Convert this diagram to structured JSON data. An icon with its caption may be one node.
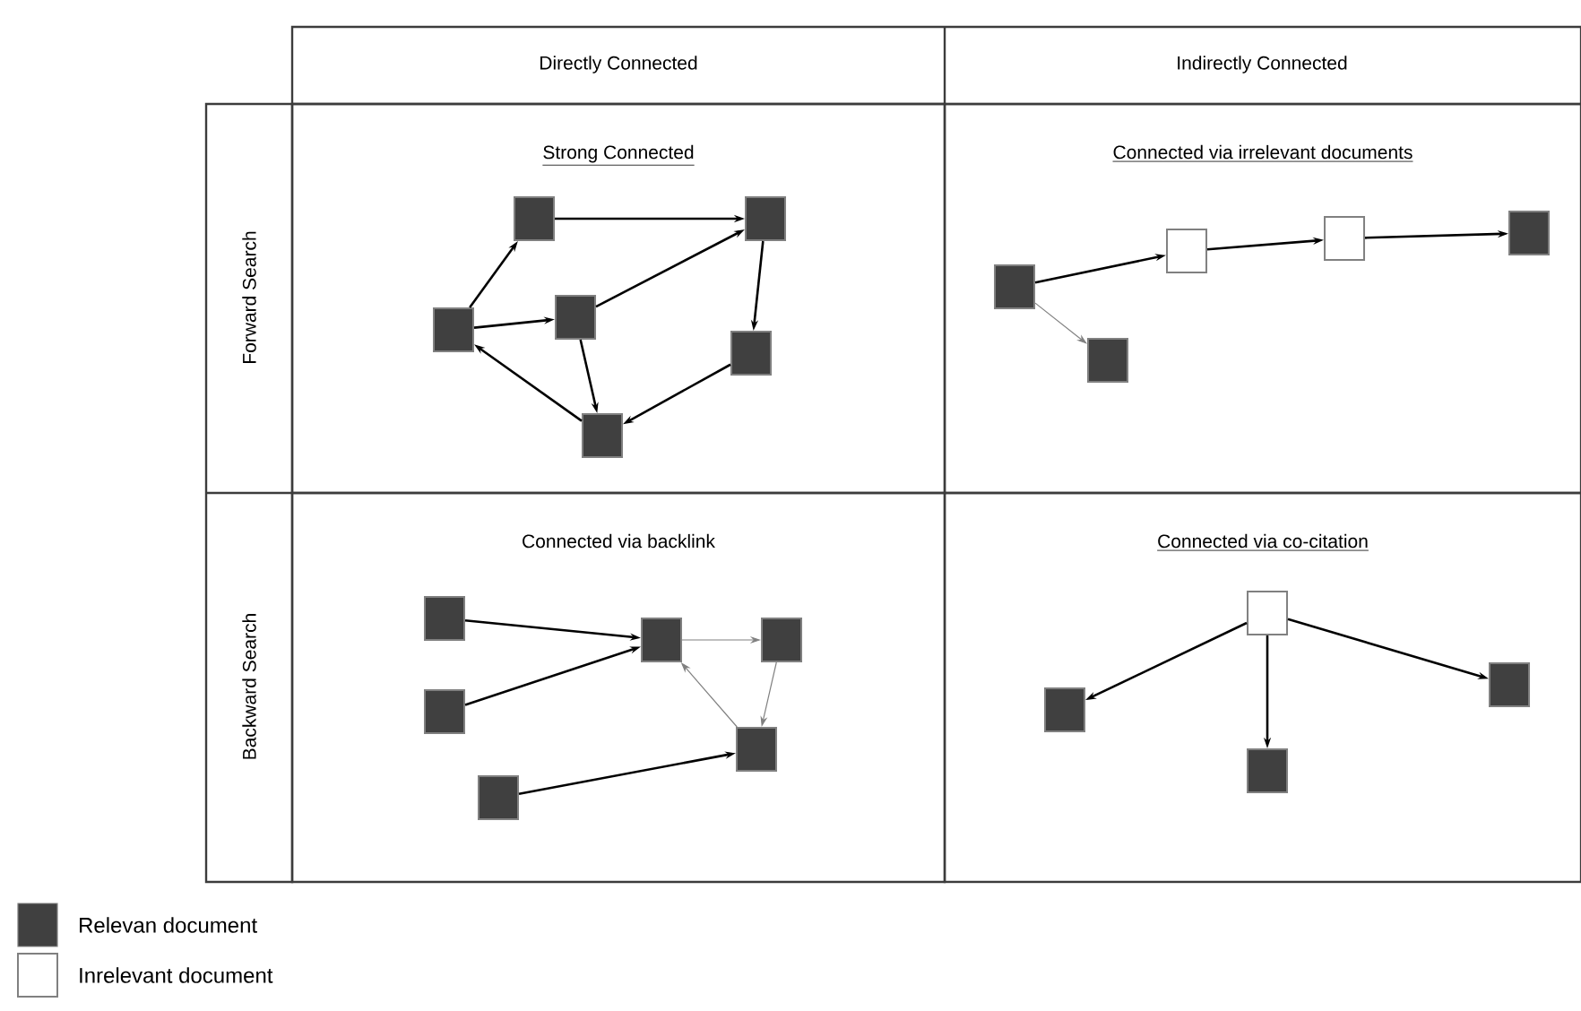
{
  "diagram": {
    "nodes": [
      {
        "text": [
          "Strong Connected"
        ]
      },
      {
        "text": [],
        "shape": "box",
        "in": 0
      },
      {
        "text": [],
        "shape": "box",
        "in": 0
      },
      {
        "text": [],
        "shape": "box",
        "in": 0
      },
      {
        "text": [],
        "shape": "box",
        "in": 0
      },
      {
        "text": [],
        "shape": "box",
        "in": 0
      },
      {
        "text": [],
        "shape": "box",
        "in": 0
      },
      {
        "text": [
          "Connected via irrelevant documents"
        ]
      },
      {
        "text": [],
        "shape": "box",
        "in": 7
      },
      {
        "text": [],
        "shape": "box",
        "in": 7
      },
      {
        "text": [],
        "shape": "box",
        "in": 7
      },
      {
        "text": [],
        "shape": "box",
        "in": 7
      },
      {
        "text": [],
        "shape": "box",
        "in": 7
      },
      {
        "text": [
          "Connected via backlink"
        ]
      },
      {
        "text": [],
        "shape": "box",
        "in": 13
      },
      {
        "text": [],
        "shape": "box",
        "in": 13
      },
      {
        "text": [],
        "shape": "box",
        "in": 13
      },
      {
        "text": [],
        "shape": "box",
        "in": 13
      },
      {
        "text": [],
        "shape": "box",
        "in": 13
      },
      {
        "text": [],
        "shape": "box",
        "in": 13
      },
      {
        "text": [
          "Connected via co-citation"
        ]
      },
      {
        "text": [],
        "shape": "box",
        "in": 20
      },
      {
        "text": [],
        "shape": "box",
        "in": 20
      },
      {
        "text": [],
        "shape": "box",
        "in": 20
      },
      {
        "text": [],
        "shape": "box",
        "in": 20
      }
    ],
    "edges": [
      {
        "from": 4,
        "to": 1,
        "arrow": "to"
      },
      {
        "from": 1,
        "to": 2,
        "arrow": "to"
      },
      {
        "from": 3,
        "to": 2,
        "arrow": "to"
      },
      {
        "from": 4,
        "to": 3,
        "arrow": "to"
      },
      {
        "from": 2,
        "to": 5,
        "arrow": "to"
      },
      {
        "from": 5,
        "to": 6,
        "arrow": "to"
      },
      {
        "from": 3,
        "to": 6,
        "arrow": "to"
      },
      {
        "from": 6,
        "to": 4,
        "arrow": "to"
      },
      {
        "from": 8,
        "to": 9,
        "arrow": "to"
      },
      {
        "from": 9,
        "to": 10,
        "arrow": "to"
      },
      {
        "from": 10,
        "to": 11,
        "arrow": "to"
      },
      {
        "from": 8,
        "to": 12,
        "arrow": "to",
        "color": "#808080"
      },
      {
        "from": 14,
        "to": 15,
        "arrow": "to"
      },
      {
        "from": 17,
        "to": 15,
        "arrow": "to"
      },
      {
        "from": 19,
        "to": 18,
        "arrow": "to"
      },
      {
        "from": 15,
        "to": 16,
        "arrow": "to",
        "color": "#808080"
      },
      {
        "from": 16,
        "to": 18,
        "arrow": "to",
        "color": "#808080"
      },
      {
        "from": 18,
        "to": 15,
        "arrow": "to",
        "color": "#808080"
      },
      {
        "from": 21,
        "to": 23,
        "arrow": "to"
      },
      {
        "from": 21,
        "to": 24,
        "arrow": "to"
      },
      {
        "from": 21,
        "to": 22,
        "arrow": "to"
      }
    ],
    "labels": [
      "Directly Connected",
      "Indirectly Connected",
      "Forward Search",
      "Backward Search"
    ],
    "legend": [
      {
        "text": "Relevan document",
        "color": "#404040"
      },
      {
        "text": "Inrelevant document"
      }
    ]
  }
}
